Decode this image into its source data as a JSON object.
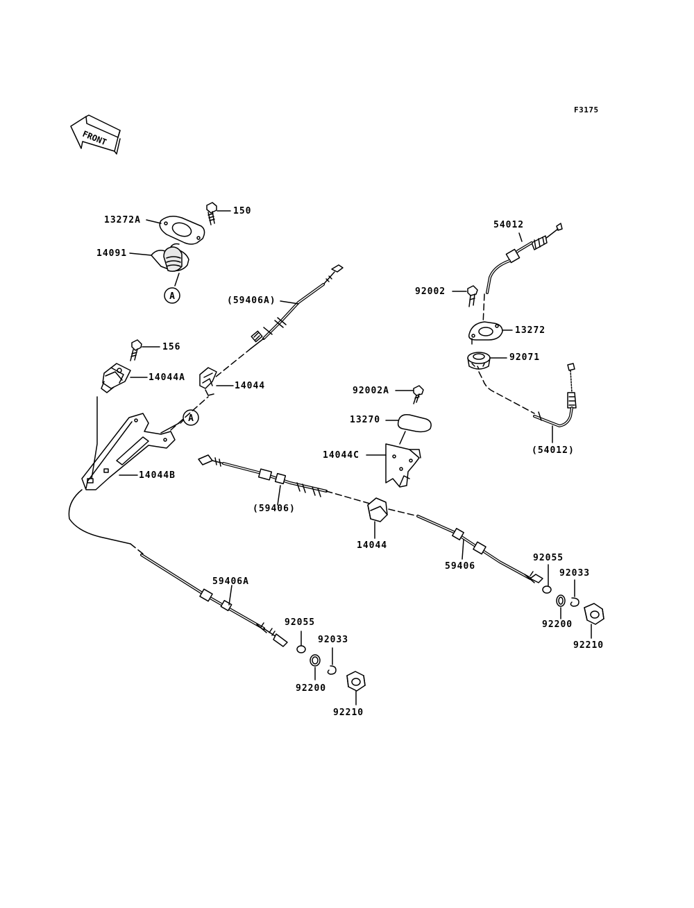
{
  "figure_code": "F3175",
  "front_label": "FRONT",
  "callout_a": "A",
  "labels": {
    "p150": "150",
    "p13272A": "13272A",
    "p14091": "14091",
    "p59406A_paren": "(59406A)",
    "p156": "156",
    "p14044A": "14044A",
    "p14044_upper": "14044",
    "p14044B": "14044B",
    "p54012": "54012",
    "p92002": "92002",
    "p13272": "13272",
    "p92071": "92071",
    "p54012_paren": "(54012)",
    "p92002A": "92002A",
    "p13270": "13270",
    "p14044C": "14044C",
    "p59406_paren": "(59406)",
    "p14044_lower": "14044",
    "p59406": "59406",
    "p92055_r": "92055",
    "p92033_r": "92033",
    "p92200_r": "92200",
    "p92210_r": "92210",
    "p59406A": "59406A",
    "p92055_l": "92055",
    "p92033_l": "92033",
    "p92200_l": "92200",
    "p92210_l": "92210"
  }
}
